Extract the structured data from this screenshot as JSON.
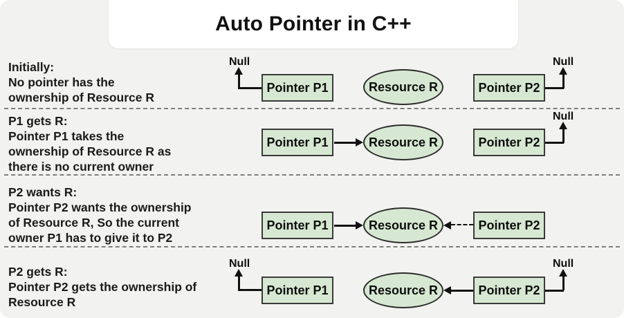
{
  "title": "Auto Pointer in C++",
  "colors": {
    "background": "#f2f2f1",
    "title_card": "#ffffff",
    "node_fill": "#d7e8d2",
    "node_border": "#3a3a3a",
    "arrow": "#111111",
    "text": "#1a1a1a",
    "separator": "#7e7e7e"
  },
  "labels": {
    "null": "Null"
  },
  "rows": [
    {
      "caption": [
        "Initially:",
        "No pointer has the",
        "ownership of Resource R"
      ],
      "p1": "Pointer P1",
      "resource": "Resource R",
      "p2": "Pointer P2",
      "null_left": "Null",
      "null_right": "Null"
    },
    {
      "caption": [
        "P1 gets R:",
        "Pointer P1 takes the",
        "ownership of Resource R as",
        "there is no current owner"
      ],
      "p1": "Pointer P1",
      "resource": "Resource R",
      "p2": "Pointer P2",
      "null_right": "Null"
    },
    {
      "caption": [
        "P2 wants R:",
        "Pointer P2 wants the ownership",
        "of Resource R, So the current",
        "owner P1 has to give it to P2"
      ],
      "p1": "Pointer P1",
      "resource": "Resource R",
      "p2": "Pointer P2"
    },
    {
      "caption": [
        "P2 gets R:",
        "Pointer P2 gets the ownership of",
        "Resource R"
      ],
      "p1": "Pointer P1",
      "resource": "Resource R",
      "p2": "Pointer P2",
      "null_left": "Null",
      "null_right": "Null"
    }
  ]
}
